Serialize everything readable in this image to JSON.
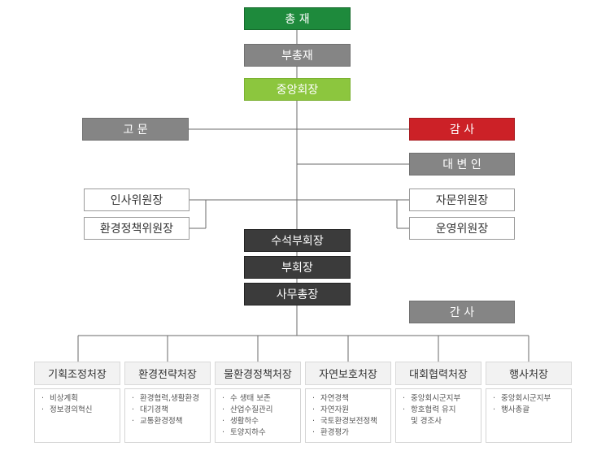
{
  "top": {
    "president": "총          재",
    "vice_president": "부총재",
    "central_chair": "중앙회장"
  },
  "side": {
    "advisor": "고          문",
    "auditor": "감          사",
    "spokesperson": "대   변   인",
    "hr_committee": "인사위원장",
    "env_policy_committee": "환경정책위원장",
    "advisory_committee": "자문위원장",
    "operations_committee": "운영위원장",
    "secretary": "간          사"
  },
  "core": {
    "senior_vice_chair": "수석부회장",
    "vice_chair": "부회장",
    "secretary_general": "사무총장"
  },
  "departments": [
    {
      "name": "기획조정처장",
      "duties": [
        {
          "text": "비상계획",
          "bullet": true
        },
        {
          "text": "정보경의혁신",
          "bullet": true
        }
      ]
    },
    {
      "name": "환경전략처장",
      "duties": [
        {
          "text": "환경협력,생활환경",
          "bullet": true
        },
        {
          "text": "대기경책",
          "bullet": true
        },
        {
          "text": "교통환경정책",
          "bullet": true
        }
      ]
    },
    {
      "name": "물환경정책처장",
      "duties": [
        {
          "text": "수 생태 보존",
          "bullet": true
        },
        {
          "text": "산업수질관리",
          "bullet": true
        },
        {
          "text": "생활하수",
          "bullet": true
        },
        {
          "text": "토양지하수",
          "bullet": true
        }
      ]
    },
    {
      "name": "자연보호처장",
      "duties": [
        {
          "text": "자연경책",
          "bullet": true
        },
        {
          "text": "자연자원",
          "bullet": true
        },
        {
          "text": "국토환경보전정책",
          "bullet": true
        },
        {
          "text": "환경평가",
          "bullet": true
        }
      ]
    },
    {
      "name": "대회협력처장",
      "duties": [
        {
          "text": "중앙회시군지부",
          "bullet": true
        },
        {
          "text": "항호협력 유지",
          "bullet": true
        },
        {
          "text": "및 경조사",
          "bullet": false
        }
      ]
    },
    {
      "name": "행사처장",
      "duties": [
        {
          "text": "중앙회시군지부",
          "bullet": true
        },
        {
          "text": "행사총괄",
          "bullet": true
        }
      ]
    }
  ]
}
